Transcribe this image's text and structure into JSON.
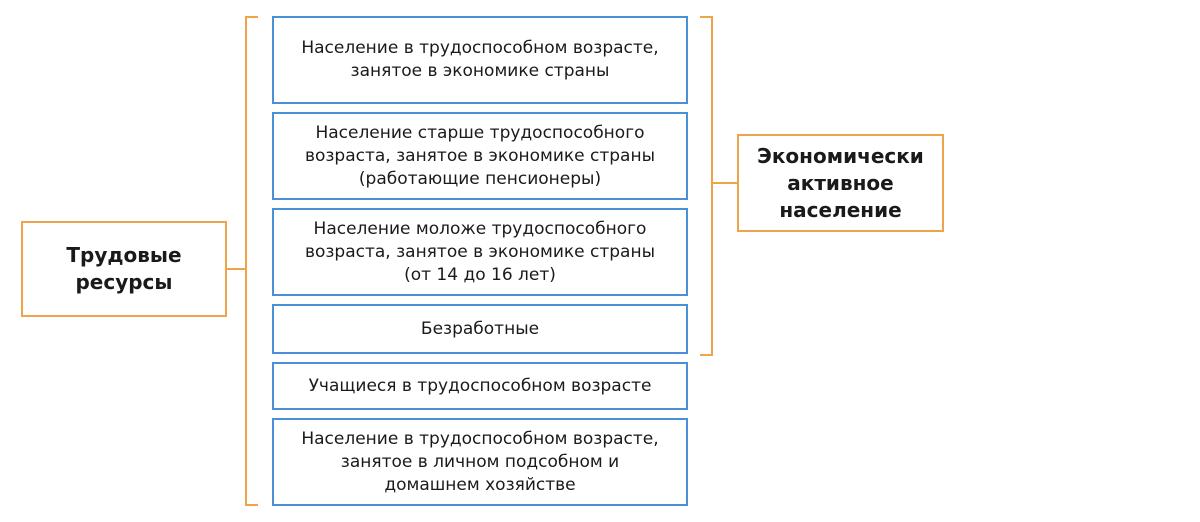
{
  "left_box": {
    "label": "Трудовые\nресурсы"
  },
  "right_box": {
    "label": "Экономически\nактивное\nнаселение"
  },
  "categories": [
    {
      "label": "Население в трудоспособном возрасте,\nзанятое в экономике страны"
    },
    {
      "label": "Население старше трудоспособного\nвозраста, занятое в экономике страны\n(работающие пенсионеры)"
    },
    {
      "label": "Население моложе трудоспособного\nвозраста, занятое в экономике страны\n(от 14  до 16 лет)"
    },
    {
      "label": "Безработные"
    },
    {
      "label": "Учащиеся в трудоспособном возрасте"
    },
    {
      "label": "Население в трудоспособном возрасте,\nзанятое в личном подсобном и\nдомашнем хозяйстве"
    }
  ],
  "colors": {
    "box_border_blue": "#4a90d9",
    "accent_orange": "#f0a44a"
  }
}
